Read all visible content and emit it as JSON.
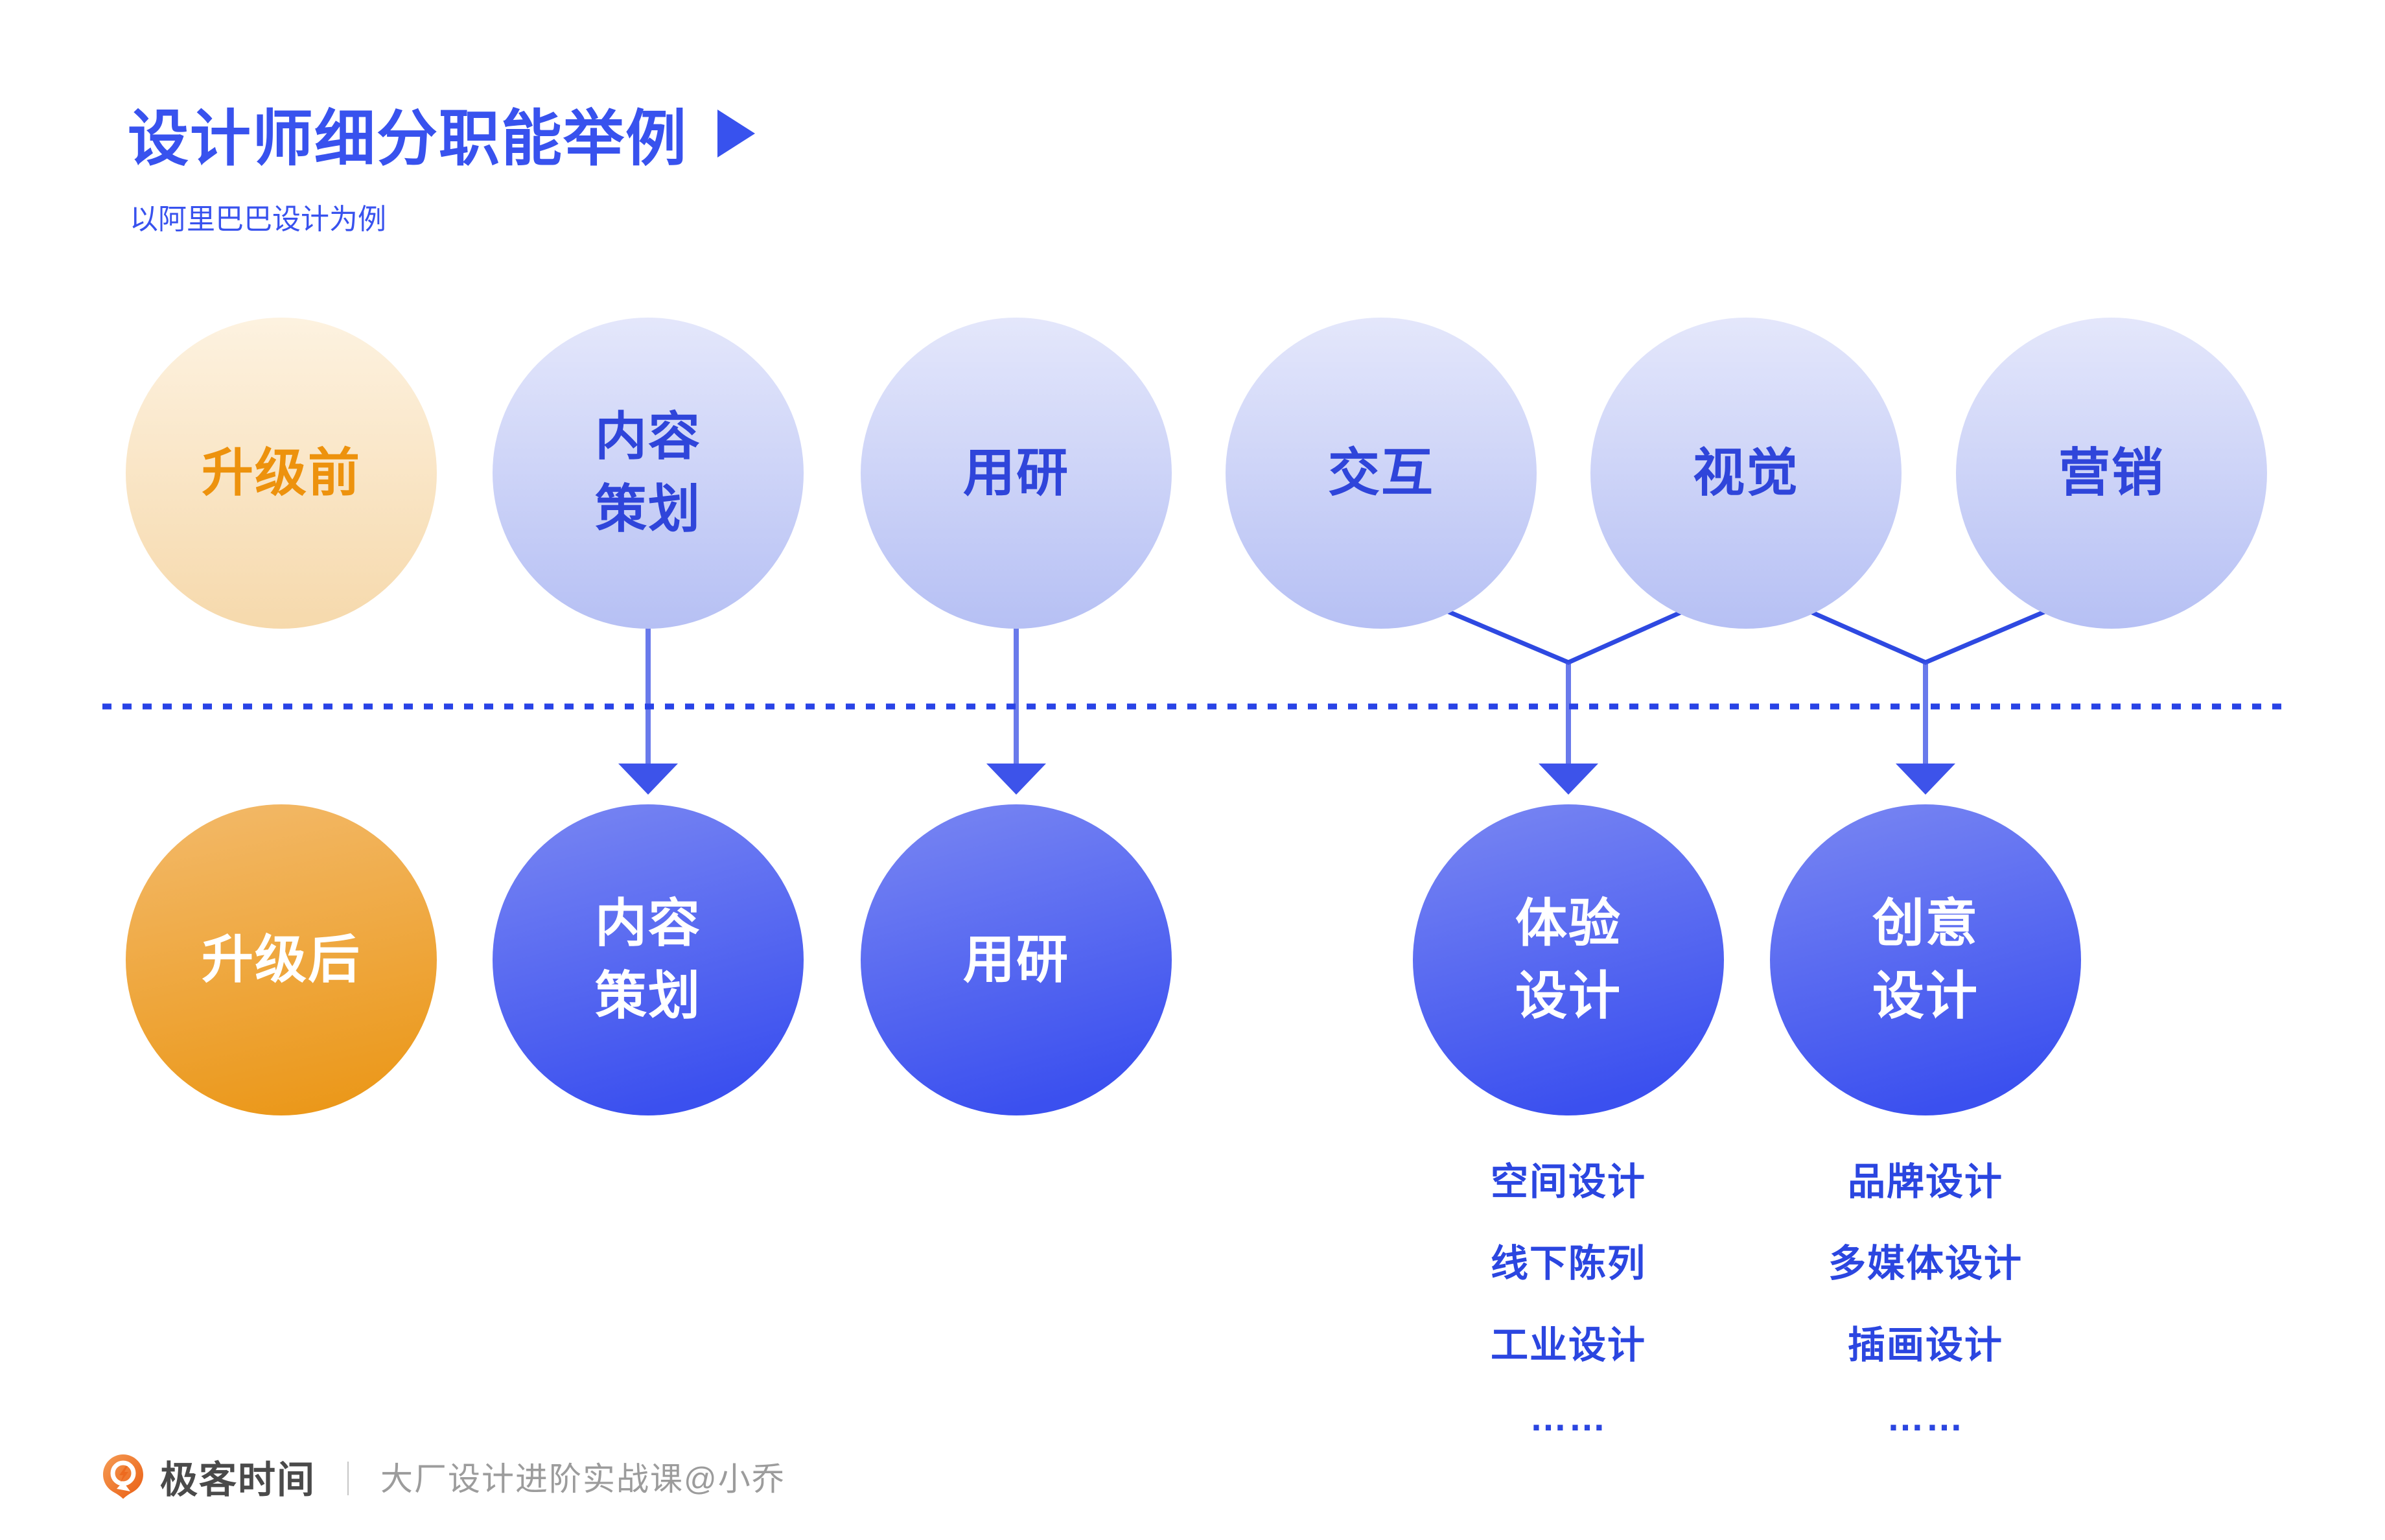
{
  "page": {
    "title": "设计师细分职能举例",
    "subtitle": "以阿里巴巴设计为例"
  },
  "rows": {
    "before": {
      "label": "升级前",
      "items": [
        {
          "line1": "内容",
          "line2": "策划"
        },
        {
          "line1": "用研",
          "line2": ""
        },
        {
          "line1": "交互",
          "line2": ""
        },
        {
          "line1": "视觉",
          "line2": ""
        },
        {
          "line1": "营销",
          "line2": ""
        }
      ]
    },
    "after": {
      "label": "升级后",
      "items": [
        {
          "line1": "内容",
          "line2": "策划"
        },
        {
          "line1": "用研",
          "line2": ""
        },
        {
          "line1": "体验",
          "line2": "设计"
        },
        {
          "line1": "创意",
          "line2": "设计"
        }
      ]
    }
  },
  "sublists": {
    "experience": {
      "items": [
        "空间设计",
        "线下陈列",
        "工业设计",
        "……"
      ]
    },
    "creative": {
      "items": [
        "品牌设计",
        "多媒体设计",
        "插画设计",
        "……"
      ]
    }
  },
  "footer": {
    "brand": "极客时间",
    "separator": "｜",
    "course": "大厂设计进阶实战课@小乔"
  },
  "colors": {
    "accent_blue": "#3852EE",
    "deep_blue": "#2B46E0",
    "connector_blue": "#2E49E1",
    "light_circle_top": "#E4E7FB",
    "light_circle_bottom": "#B6C0F4",
    "dark_circle_top": "#7A87F3",
    "dark_circle_bottom": "#3B50EF",
    "cream_circle_top": "#FDF2E0",
    "cream_circle_bottom": "#F6D9AC",
    "orange_circle_top": "#F3BA6B",
    "orange_circle_bottom": "#EB981A",
    "before_label_text": "#ED920D",
    "logo_orange": "#ED6A1F",
    "footer_brand_gray": "#4A4A4A",
    "footer_course_gray": "#9C9C9C"
  }
}
